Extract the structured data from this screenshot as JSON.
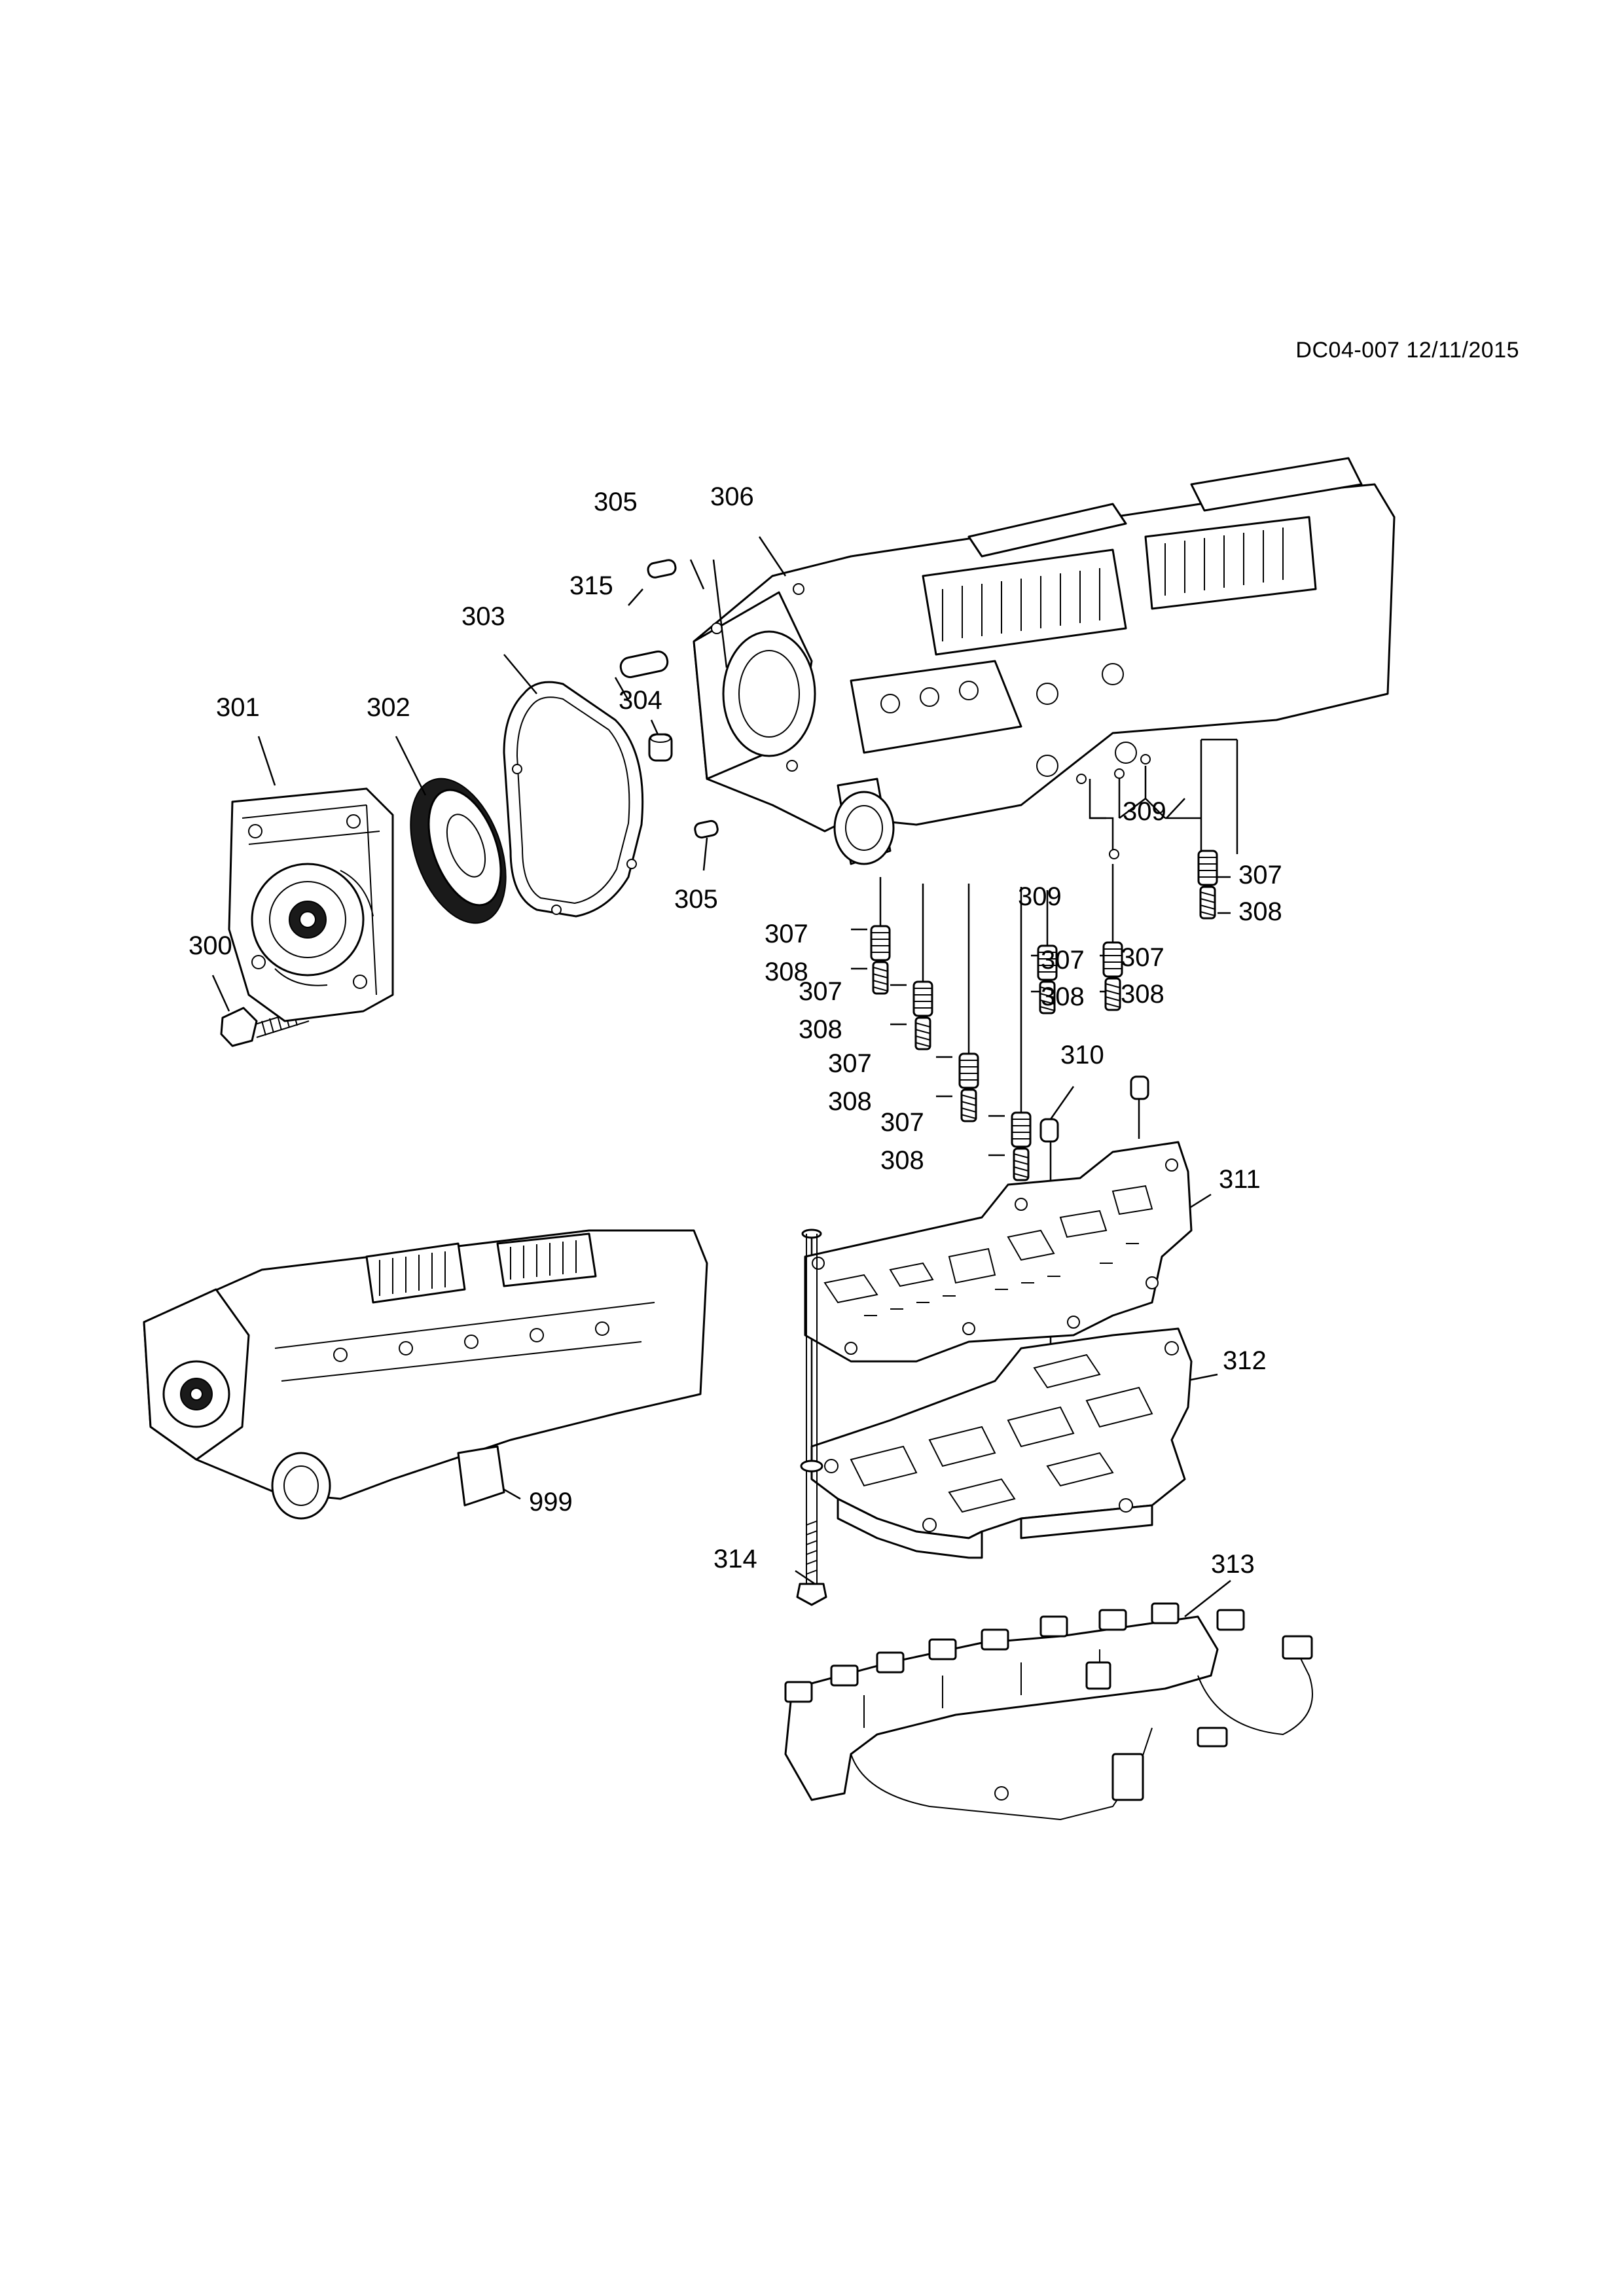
{
  "document": {
    "reference": "DC04-007 12/11/2015"
  },
  "callouts": {
    "c300": "300",
    "c301": "301",
    "c302": "302",
    "c303": "303",
    "c304": "304",
    "c305a": "305",
    "c305b": "305",
    "c306": "306",
    "c307": "307",
    "c308": "308",
    "c309": "309",
    "c310": "310",
    "c311": "311",
    "c312": "312",
    "c313": "313",
    "c314": "314",
    "c315": "315",
    "c999": "999"
  }
}
